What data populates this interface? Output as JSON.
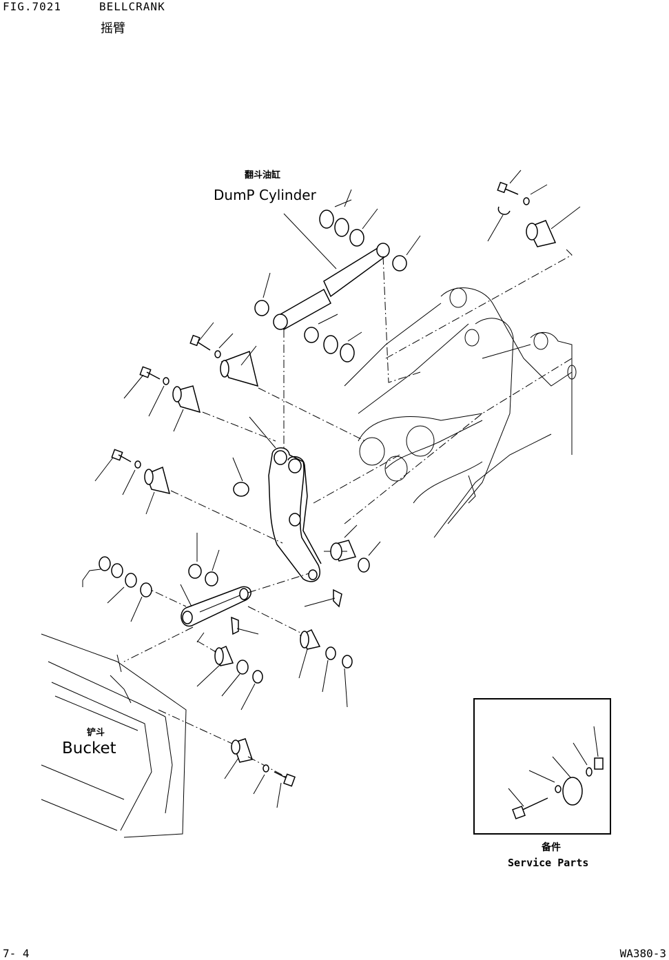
{
  "header": {
    "figure_id": "FIG.7021",
    "figure_name": "BELLCRANK",
    "figure_name_cn": "摇臂"
  },
  "labels": {
    "dump_cylinder_cn": "翻斗油缸",
    "dump_cylinder": "DumP Cylinder",
    "bucket_cn": "铲斗",
    "bucket": "Bucket"
  },
  "service_parts": {
    "label_cn": "备件",
    "label": "Service Parts"
  },
  "footer": {
    "page": "7- 4",
    "model": "WA380-3"
  }
}
